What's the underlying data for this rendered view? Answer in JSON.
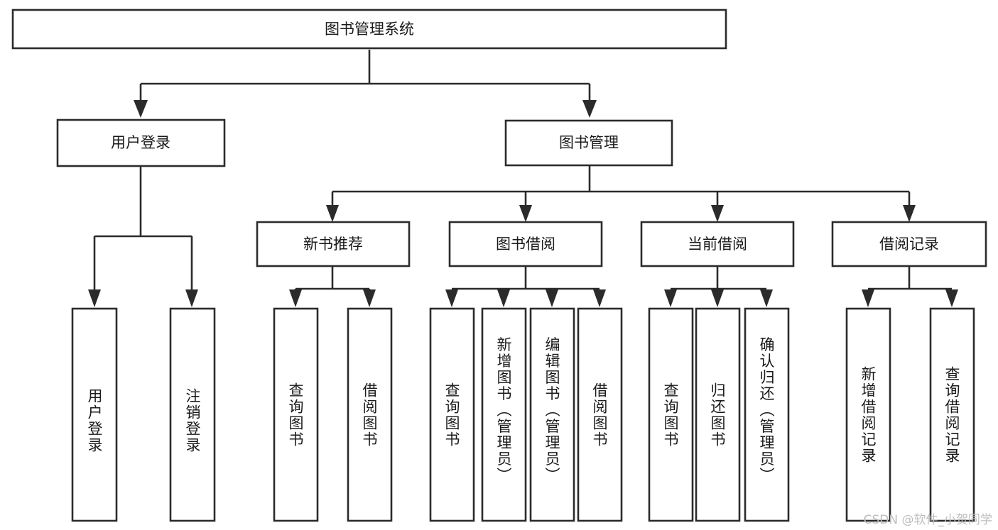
{
  "diagram": {
    "type": "tree-hierarchy",
    "title": "图书管理系统",
    "watermark": "CSDN @软件_小贺同学",
    "colors": {
      "box_stroke": "#2b2b2b",
      "box_fill": "#ffffff",
      "text": "#1a1a1a",
      "background": "#ffffff",
      "watermark": "#bdbdbd"
    },
    "levels": {
      "root": {
        "label": "图书管理系统"
      },
      "level2": [
        {
          "id": "user-login",
          "label": "用户登录"
        },
        {
          "id": "book-management",
          "label": "图书管理"
        }
      ],
      "level3": [
        {
          "id": "new-book-recommend",
          "label": "新书推荐",
          "parent": "book-management"
        },
        {
          "id": "book-borrow",
          "label": "图书借阅",
          "parent": "book-management"
        },
        {
          "id": "current-borrow",
          "label": "当前借阅",
          "parent": "book-management"
        },
        {
          "id": "borrow-record",
          "label": "借阅记录",
          "parent": "book-management"
        }
      ],
      "leaves": [
        {
          "id": "leaf-user-login",
          "label": "用户登录",
          "parent": "user-login"
        },
        {
          "id": "leaf-user-logout",
          "label": "注销登录",
          "parent": "user-login"
        },
        {
          "id": "leaf-query-book-1",
          "label": "查询图书",
          "parent": "new-book-recommend"
        },
        {
          "id": "leaf-borrow-book-1",
          "label": "借阅图书",
          "parent": "new-book-recommend"
        },
        {
          "id": "leaf-query-book-2",
          "label": "查询图书",
          "parent": "book-borrow"
        },
        {
          "id": "leaf-add-book",
          "label": "新增图书（管理员）",
          "parent": "book-borrow"
        },
        {
          "id": "leaf-edit-book",
          "label": "编辑图书（管理员）",
          "parent": "book-borrow"
        },
        {
          "id": "leaf-borrow-book-2",
          "label": "借阅图书",
          "parent": "book-borrow"
        },
        {
          "id": "leaf-query-book-3",
          "label": "查询图书",
          "parent": "current-borrow"
        },
        {
          "id": "leaf-return-book",
          "label": "归还图书",
          "parent": "current-borrow"
        },
        {
          "id": "leaf-confirm-return",
          "label": "确认归还（管理员）",
          "parent": "current-borrow"
        },
        {
          "id": "leaf-add-record",
          "label": "新增借阅记录",
          "parent": "borrow-record"
        },
        {
          "id": "leaf-query-record",
          "label": "查询借阅记录",
          "parent": "borrow-record"
        }
      ]
    }
  }
}
